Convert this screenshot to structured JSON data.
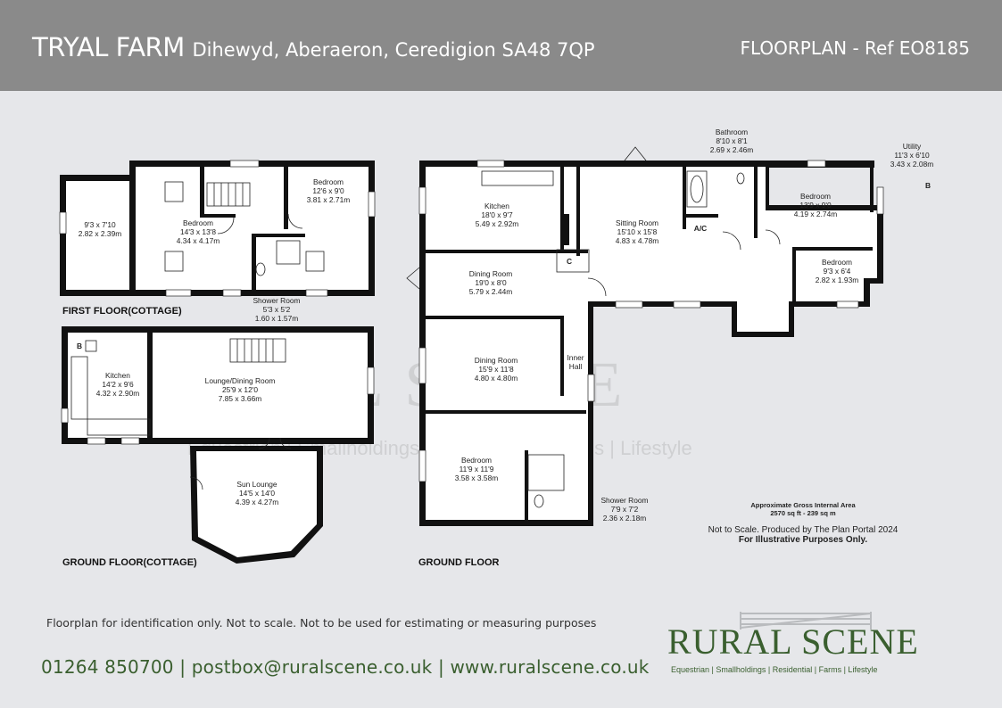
{
  "header": {
    "property": "TRYAL FARM",
    "address": "Dihewyd, Aberaeron, Ceredigion SA48 7QP",
    "ref": "FLOORPLAN - Ref EO8185"
  },
  "floors": {
    "first_cottage": "FIRST FLOOR(COTTAGE)",
    "ground_cottage": "GROUND FLOOR(COTTAGE)",
    "ground": "GROUND FLOOR"
  },
  "rooms": {
    "ff_room_dims": "9'3 x 7'10",
    "ff_room_metric": "2.82 x 2.39m",
    "ff_bed1_name": "Bedroom",
    "ff_bed1_dims": "14'3 x 13'8",
    "ff_bed1_metric": "4.34 x 4.17m",
    "ff_bed2_name": "Bedroom",
    "ff_bed2_dims": "12'6 x 9'0",
    "ff_bed2_metric": "3.81 x 2.71m",
    "ff_shower_name": "Shower Room",
    "ff_shower_dims": "5'3 x 5'2",
    "ff_shower_metric": "1.60 x 1.57m",
    "gc_kitchen_name": "Kitchen",
    "gc_kitchen_dims": "14'2 x 9'6",
    "gc_kitchen_metric": "4.32 x 2.90m",
    "gc_lounge_name": "Lounge/Dining Room",
    "gc_lounge_dims": "25'9 x 12'0",
    "gc_lounge_metric": "7.85 x 3.66m",
    "gc_sun_name": "Sun Lounge",
    "gc_sun_dims": "14'5 x 14'0",
    "gc_sun_metric": "4.39 x 4.27m",
    "g_kitchen_name": "Kitchen",
    "g_kitchen_dims": "18'0 x 9'7",
    "g_kitchen_metric": "5.49 x 2.92m",
    "g_sitting_name": "Sitting Room",
    "g_sitting_dims": "15'10 x 15'8",
    "g_sitting_metric": "4.83 x 4.78m",
    "g_dining1_name": "Dining Room",
    "g_dining1_dims": "19'0 x 8'0",
    "g_dining1_metric": "5.79 x 2.44m",
    "g_dining2_name": "Dining Room",
    "g_dining2_dims": "15'9 x 11'8",
    "g_dining2_metric": "4.80 x 4.80m",
    "g_innerhall_1": "Inner",
    "g_innerhall_2": "Hall",
    "g_bed_name": "Bedroom",
    "g_bed_dims": "11'9 x 11'9",
    "g_bed_metric": "3.58 x 3.58m",
    "g_shower_name": "Shower Room",
    "g_shower_dims": "7'9 x 7'2",
    "g_shower_metric": "2.36 x 2.18m",
    "g_bath_name": "Bathroom",
    "g_bath_dims": "8'10 x 8'1",
    "g_bath_metric": "2.69 x 2.46m",
    "g_utility_name": "Utility",
    "g_utility_dims": "11'3 x 6'10",
    "g_utility_metric": "3.43 x 2.08m",
    "g_bed2_name": "Bedroom",
    "g_bed2_dims": "13'9 x 9'0",
    "g_bed2_metric": "4.19 x 2.74m",
    "g_bed3_name": "Bedroom",
    "g_bed3_dims": "9'3 x 6'4",
    "g_bed3_metric": "2.82 x 1.93m",
    "g_ac": "A/C",
    "g_c": "C",
    "b_marker": "B"
  },
  "watermark": {
    "brand": "RURAL SCENE",
    "tagline": "Equestrian | Smallholdings | Residential | Farms | Lifestyle"
  },
  "area": {
    "line1": "Approximate Gross Internal Area",
    "line2": "2570 sq ft - 239 sq m",
    "line3": "Not to Scale. Produced by The Plan Portal 2024",
    "line4": "For Illustrative Purposes Only."
  },
  "footer": {
    "disclaimer": "Floorplan for identification only. Not to scale. Not to be used for estimating or measuring purposes",
    "contact": "01264 850700 | postbox@ruralscene.co.uk | www.ruralscene.co.uk"
  },
  "logo": {
    "name": "RURAL SCENE",
    "tagline": "Equestrian | Smallholdings | Residential | Farms | Lifestyle"
  },
  "colors": {
    "header_bg": "#8a8a8a",
    "page_bg": "#e6e7ea",
    "brand_green": "#3a5f2f"
  }
}
